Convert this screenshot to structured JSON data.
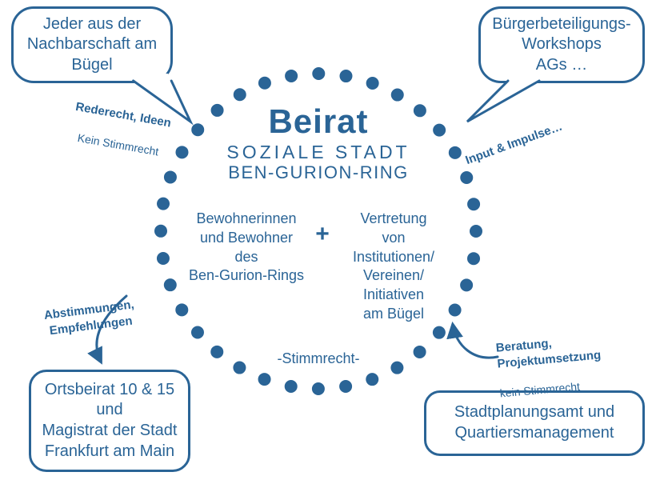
{
  "colors": {
    "accent_blue": "#2a6496",
    "background": "#ffffff"
  },
  "center": {
    "title": "Beirat",
    "subtitle1": "SOZIALE STADT",
    "subtitle2": "BEN-GURION-RING",
    "left_group": "Bewohnerinnen\nund Bewohner\ndes\nBen-Gurion-Rings",
    "plus": "+",
    "right_group": "Vertretung\nvon\nInstitutionen/\nVereinen/\nInitiativen\nam Bügel",
    "bottom_note": "-Stimmrecht-"
  },
  "bubbles": {
    "top_left": {
      "text": "Jeder aus der\nNachbarschaft am\nBügel"
    },
    "top_right": {
      "text": "Bürgerbeteiligungs-\nWorkshops\nAGs …"
    },
    "bottom_left": {
      "text": "Ortsbeirat 10 & 15\nund\nMagistrat der Stadt\nFrankfurt am Main"
    },
    "bottom_right": {
      "text": "Stadtplanungsamt und\nQuartiersmanagement"
    }
  },
  "labels": {
    "top_left": {
      "bold": "Rederecht, Ideen",
      "normal": "Kein Stimmrecht"
    },
    "top_right": {
      "bold": "Input & Impulse…"
    },
    "bottom_left": {
      "bold": "Abstimmungen,\nEmpfehlungen"
    },
    "bottom_right": {
      "bold": "Beratung,\nProjektumsetzung",
      "normal": "kein Stimmrecht"
    }
  }
}
